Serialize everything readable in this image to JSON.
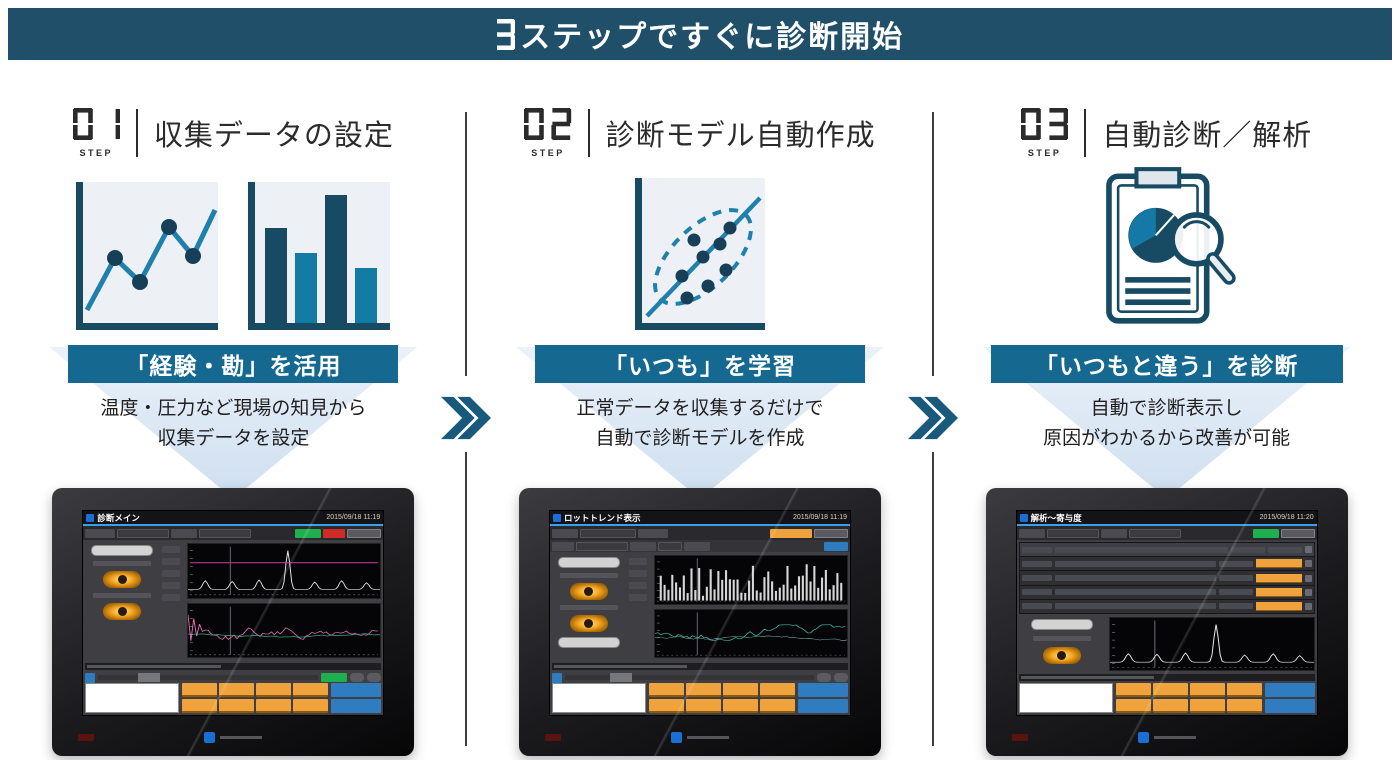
{
  "header": {
    "step_count": "3",
    "title_rest": "ステップですぐに診断開始"
  },
  "flow": {
    "chevron_icon": "double-chevron-right"
  },
  "steps": [
    {
      "number": "01",
      "step_label": "STEP",
      "title": "収集データの設定",
      "banner": "「経験・勘」を活用",
      "description_line1": "温度・圧力など現場の知見から",
      "description_line2": "収集データを設定",
      "icons": [
        "line-chart-icon",
        "bar-chart-icon"
      ],
      "device": {
        "screen_title": "診断メイン",
        "timestamp": "2015/09/18 11:19"
      }
    },
    {
      "number": "02",
      "step_label": "STEP",
      "title": "診断モデル自動作成",
      "banner": "「いつも」を学習",
      "description_line1": "正常データを収集するだけで",
      "description_line2": "自動で診断モデルを作成",
      "icons": [
        "scatter-model-icon"
      ],
      "device": {
        "screen_title": "ロットトレンド表示",
        "timestamp": "2015/09/18 11:19"
      }
    },
    {
      "number": "03",
      "step_label": "STEP",
      "title": "自動診断／解析",
      "banner": "「いつもと違う」を診断",
      "description_line1": "自動で診断表示し",
      "description_line2": "原因がわかるから改善が可能",
      "icons": [
        "report-analysis-icon"
      ],
      "device": {
        "screen_title": "解析～寄与度",
        "timestamp": "2015/09/18 11:20"
      }
    }
  ],
  "colors": {
    "header_bg": "#1f4f69",
    "banner_bg": "#15688f",
    "accent_navy": "#174a63",
    "accent_blue": "#1f7fad",
    "arrow_fill": "#dfe9f5",
    "chevron": "#19597c",
    "btn_orange": "#f0a23c",
    "btn_blue": "#2f7cc0",
    "btn_green": "#1faf4e",
    "btn_red": "#d02b27",
    "toggle_orange": "#f7a823"
  }
}
